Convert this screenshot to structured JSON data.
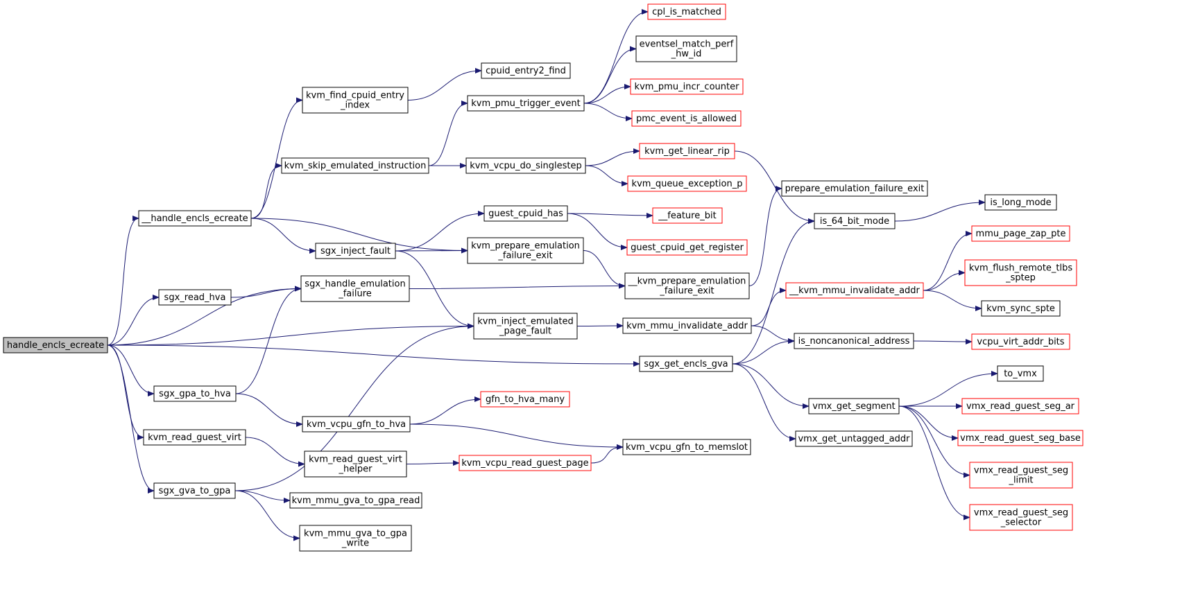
{
  "diagram": {
    "nodes": [
      {
        "id": "handle_encls_ecreate",
        "lines": [
          "handle_encls_ecreate"
        ],
        "style": "root"
      },
      {
        "id": "__handle_encls_ecreate",
        "lines": [
          "__handle_encls_ecreate"
        ],
        "style": "normal"
      },
      {
        "id": "sgx_read_hva",
        "lines": [
          "sgx_read_hva"
        ],
        "style": "normal"
      },
      {
        "id": "sgx_gpa_to_hva",
        "lines": [
          "sgx_gpa_to_hva"
        ],
        "style": "normal"
      },
      {
        "id": "kvm_read_guest_virt",
        "lines": [
          "kvm_read_guest_virt"
        ],
        "style": "normal"
      },
      {
        "id": "sgx_gva_to_gpa",
        "lines": [
          "sgx_gva_to_gpa"
        ],
        "style": "normal"
      },
      {
        "id": "kvm_find_cpuid_entry_index",
        "lines": [
          "kvm_find_cpuid_entry",
          "_index"
        ],
        "style": "normal"
      },
      {
        "id": "kvm_skip_emulated_instruction",
        "lines": [
          "kvm_skip_emulated_instruction"
        ],
        "style": "normal"
      },
      {
        "id": "sgx_handle_emulation_failure",
        "lines": [
          "sgx_handle_emulation",
          "_failure"
        ],
        "style": "normal"
      },
      {
        "id": "sgx_inject_fault",
        "lines": [
          "sgx_inject_fault"
        ],
        "style": "normal"
      },
      {
        "id": "kvm_vcpu_gfn_to_hva",
        "lines": [
          "kvm_vcpu_gfn_to_hva"
        ],
        "style": "normal"
      },
      {
        "id": "kvm_read_guest_virt_helper",
        "lines": [
          "kvm_read_guest_virt",
          "_helper"
        ],
        "style": "normal"
      },
      {
        "id": "kvm_mmu_gva_to_gpa_read",
        "lines": [
          "kvm_mmu_gva_to_gpa_read"
        ],
        "style": "normal"
      },
      {
        "id": "kvm_mmu_gva_to_gpa_write",
        "lines": [
          "kvm_mmu_gva_to_gpa",
          "_write"
        ],
        "style": "normal"
      },
      {
        "id": "cpuid_entry2_find",
        "lines": [
          "cpuid_entry2_find"
        ],
        "style": "normal"
      },
      {
        "id": "kvm_pmu_trigger_event",
        "lines": [
          "kvm_pmu_trigger_event"
        ],
        "style": "normal"
      },
      {
        "id": "kvm_vcpu_do_singlestep",
        "lines": [
          "kvm_vcpu_do_singlestep"
        ],
        "style": "normal"
      },
      {
        "id": "guest_cpuid_has",
        "lines": [
          "guest_cpuid_has"
        ],
        "style": "normal"
      },
      {
        "id": "kvm_prepare_emulation_failure_exit",
        "lines": [
          "kvm_prepare_emulation",
          "_failure_exit"
        ],
        "style": "normal"
      },
      {
        "id": "kvm_inject_emulated_page_fault",
        "lines": [
          "kvm_inject_emulated",
          "_page_fault"
        ],
        "style": "normal"
      },
      {
        "id": "gfn_to_hva_many",
        "lines": [
          "gfn_to_hva_many"
        ],
        "style": "red"
      },
      {
        "id": "kvm_vcpu_read_guest_page",
        "lines": [
          "kvm_vcpu_read_guest_page"
        ],
        "style": "red"
      },
      {
        "id": "cpl_is_matched",
        "lines": [
          "cpl_is_matched"
        ],
        "style": "red"
      },
      {
        "id": "eventsel_match_perf_hw_id",
        "lines": [
          "eventsel_match_perf",
          "_hw_id"
        ],
        "style": "normal"
      },
      {
        "id": "kvm_pmu_incr_counter",
        "lines": [
          "kvm_pmu_incr_counter"
        ],
        "style": "red"
      },
      {
        "id": "pmc_event_is_allowed",
        "lines": [
          "pmc_event_is_allowed"
        ],
        "style": "red"
      },
      {
        "id": "kvm_get_linear_rip",
        "lines": [
          "kvm_get_linear_rip"
        ],
        "style": "red"
      },
      {
        "id": "kvm_queue_exception_p",
        "lines": [
          "kvm_queue_exception_p"
        ],
        "style": "red"
      },
      {
        "id": "__feature_bit",
        "lines": [
          "__feature_bit"
        ],
        "style": "red"
      },
      {
        "id": "guest_cpuid_get_register",
        "lines": [
          "guest_cpuid_get_register"
        ],
        "style": "red"
      },
      {
        "id": "__kvm_prepare_emulation_failure_exit",
        "lines": [
          "__kvm_prepare_emulation",
          "_failure_exit"
        ],
        "style": "normal"
      },
      {
        "id": "kvm_mmu_invalidate_addr",
        "lines": [
          "kvm_mmu_invalidate_addr"
        ],
        "style": "normal"
      },
      {
        "id": "sgx_get_encls_gva",
        "lines": [
          "sgx_get_encls_gva"
        ],
        "style": "normal"
      },
      {
        "id": "kvm_vcpu_gfn_to_memslot",
        "lines": [
          "kvm_vcpu_gfn_to_memslot"
        ],
        "style": "normal"
      },
      {
        "id": "prepare_emulation_failure_exit",
        "lines": [
          "prepare_emulation_failure_exit"
        ],
        "style": "normal"
      },
      {
        "id": "is_64_bit_mode",
        "lines": [
          "is_64_bit_mode"
        ],
        "style": "normal"
      },
      {
        "id": "__kvm_mmu_invalidate_addr",
        "lines": [
          "__kvm_mmu_invalidate_addr"
        ],
        "style": "red"
      },
      {
        "id": "is_noncanonical_address",
        "lines": [
          "is_noncanonical_address"
        ],
        "style": "normal"
      },
      {
        "id": "vmx_get_segment",
        "lines": [
          "vmx_get_segment"
        ],
        "style": "normal"
      },
      {
        "id": "vmx_get_untagged_addr",
        "lines": [
          "vmx_get_untagged_addr"
        ],
        "style": "normal"
      },
      {
        "id": "is_long_mode",
        "lines": [
          "is_long_mode"
        ],
        "style": "normal"
      },
      {
        "id": "mmu_page_zap_pte",
        "lines": [
          "mmu_page_zap_pte"
        ],
        "style": "red"
      },
      {
        "id": "kvm_flush_remote_tlbs_sptep",
        "lines": [
          "kvm_flush_remote_tlbs",
          "_sptep"
        ],
        "style": "red"
      },
      {
        "id": "kvm_sync_spte",
        "lines": [
          "kvm_sync_spte"
        ],
        "style": "normal"
      },
      {
        "id": "vcpu_virt_addr_bits",
        "lines": [
          "vcpu_virt_addr_bits"
        ],
        "style": "red"
      },
      {
        "id": "to_vmx",
        "lines": [
          "to_vmx"
        ],
        "style": "normal"
      },
      {
        "id": "vmx_read_guest_seg_ar",
        "lines": [
          "vmx_read_guest_seg_ar"
        ],
        "style": "red"
      },
      {
        "id": "vmx_read_guest_seg_base",
        "lines": [
          "vmx_read_guest_seg_base"
        ],
        "style": "red"
      },
      {
        "id": "vmx_read_guest_seg_limit",
        "lines": [
          "vmx_read_guest_seg",
          "_limit"
        ],
        "style": "red"
      },
      {
        "id": "vmx_read_guest_seg_selector",
        "lines": [
          "vmx_read_guest_seg",
          "_selector"
        ],
        "style": "red"
      }
    ],
    "edges": [
      [
        "handle_encls_ecreate",
        "__handle_encls_ecreate"
      ],
      [
        "handle_encls_ecreate",
        "sgx_handle_emulation_failure"
      ],
      [
        "handle_encls_ecreate",
        "sgx_read_hva"
      ],
      [
        "handle_encls_ecreate",
        "kvm_inject_emulated_page_fault"
      ],
      [
        "handle_encls_ecreate",
        "sgx_get_encls_gva"
      ],
      [
        "handle_encls_ecreate",
        "sgx_gpa_to_hva"
      ],
      [
        "handle_encls_ecreate",
        "kvm_read_guest_virt"
      ],
      [
        "handle_encls_ecreate",
        "sgx_gva_to_gpa"
      ],
      [
        "__handle_encls_ecreate",
        "kvm_find_cpuid_entry_index"
      ],
      [
        "__handle_encls_ecreate",
        "kvm_skip_emulated_instruction"
      ],
      [
        "__handle_encls_ecreate",
        "kvm_prepare_emulation_failure_exit"
      ],
      [
        "__handle_encls_ecreate",
        "sgx_inject_fault"
      ],
      [
        "sgx_read_hva",
        "sgx_handle_emulation_failure"
      ],
      [
        "sgx_gpa_to_hva",
        "sgx_handle_emulation_failure"
      ],
      [
        "sgx_gpa_to_hva",
        "kvm_vcpu_gfn_to_hva"
      ],
      [
        "kvm_read_guest_virt",
        "kvm_read_guest_virt_helper"
      ],
      [
        "sgx_gva_to_gpa",
        "kvm_inject_emulated_page_fault"
      ],
      [
        "sgx_gva_to_gpa",
        "kvm_mmu_gva_to_gpa_read"
      ],
      [
        "sgx_gva_to_gpa",
        "kvm_mmu_gva_to_gpa_write"
      ],
      [
        "kvm_find_cpuid_entry_index",
        "cpuid_entry2_find"
      ],
      [
        "kvm_skip_emulated_instruction",
        "kvm_pmu_trigger_event"
      ],
      [
        "kvm_skip_emulated_instruction",
        "kvm_vcpu_do_singlestep"
      ],
      [
        "sgx_handle_emulation_failure",
        "__kvm_prepare_emulation_failure_exit"
      ],
      [
        "sgx_inject_fault",
        "guest_cpuid_has"
      ],
      [
        "sgx_inject_fault",
        "kvm_prepare_emulation_failure_exit"
      ],
      [
        "sgx_inject_fault",
        "kvm_inject_emulated_page_fault"
      ],
      [
        "kvm_vcpu_gfn_to_hva",
        "gfn_to_hva_many"
      ],
      [
        "kvm_vcpu_gfn_to_hva",
        "kvm_vcpu_gfn_to_memslot"
      ],
      [
        "kvm_read_guest_virt_helper",
        "kvm_vcpu_read_guest_page"
      ],
      [
        "kvm_vcpu_read_guest_page",
        "kvm_vcpu_gfn_to_memslot"
      ],
      [
        "kvm_pmu_trigger_event",
        "cpl_is_matched"
      ],
      [
        "kvm_pmu_trigger_event",
        "eventsel_match_perf_hw_id"
      ],
      [
        "kvm_pmu_trigger_event",
        "kvm_pmu_incr_counter"
      ],
      [
        "kvm_pmu_trigger_event",
        "pmc_event_is_allowed"
      ],
      [
        "kvm_vcpu_do_singlestep",
        "kvm_get_linear_rip"
      ],
      [
        "kvm_vcpu_do_singlestep",
        "kvm_queue_exception_p"
      ],
      [
        "guest_cpuid_has",
        "__feature_bit"
      ],
      [
        "guest_cpuid_has",
        "guest_cpuid_get_register"
      ],
      [
        "kvm_prepare_emulation_failure_exit",
        "__kvm_prepare_emulation_failure_exit"
      ],
      [
        "kvm_inject_emulated_page_fault",
        "kvm_mmu_invalidate_addr"
      ],
      [
        "kvm_get_linear_rip",
        "is_64_bit_mode"
      ],
      [
        "__kvm_prepare_emulation_failure_exit",
        "prepare_emulation_failure_exit"
      ],
      [
        "kvm_mmu_invalidate_addr",
        "__kvm_mmu_invalidate_addr"
      ],
      [
        "kvm_mmu_invalidate_addr",
        "is_noncanonical_address"
      ],
      [
        "sgx_get_encls_gva",
        "is_64_bit_mode"
      ],
      [
        "sgx_get_encls_gva",
        "is_noncanonical_address"
      ],
      [
        "sgx_get_encls_gva",
        "vmx_get_segment"
      ],
      [
        "sgx_get_encls_gva",
        "vmx_get_untagged_addr"
      ],
      [
        "is_64_bit_mode",
        "is_long_mode"
      ],
      [
        "__kvm_mmu_invalidate_addr",
        "mmu_page_zap_pte"
      ],
      [
        "__kvm_mmu_invalidate_addr",
        "kvm_flush_remote_tlbs_sptep"
      ],
      [
        "__kvm_mmu_invalidate_addr",
        "kvm_sync_spte"
      ],
      [
        "is_noncanonical_address",
        "vcpu_virt_addr_bits"
      ],
      [
        "vmx_get_segment",
        "to_vmx"
      ],
      [
        "vmx_get_segment",
        "vmx_read_guest_seg_ar"
      ],
      [
        "vmx_get_segment",
        "vmx_read_guest_seg_base"
      ],
      [
        "vmx_get_segment",
        "vmx_read_guest_seg_limit"
      ],
      [
        "vmx_get_segment",
        "vmx_read_guest_seg_selector"
      ]
    ],
    "colors": {
      "edge": "#191970",
      "border_normal": "#000000",
      "border_red": "#ff0000",
      "fill_root": "#bfbfbf",
      "fill_normal": "#ffffff",
      "text": "#000000"
    }
  }
}
